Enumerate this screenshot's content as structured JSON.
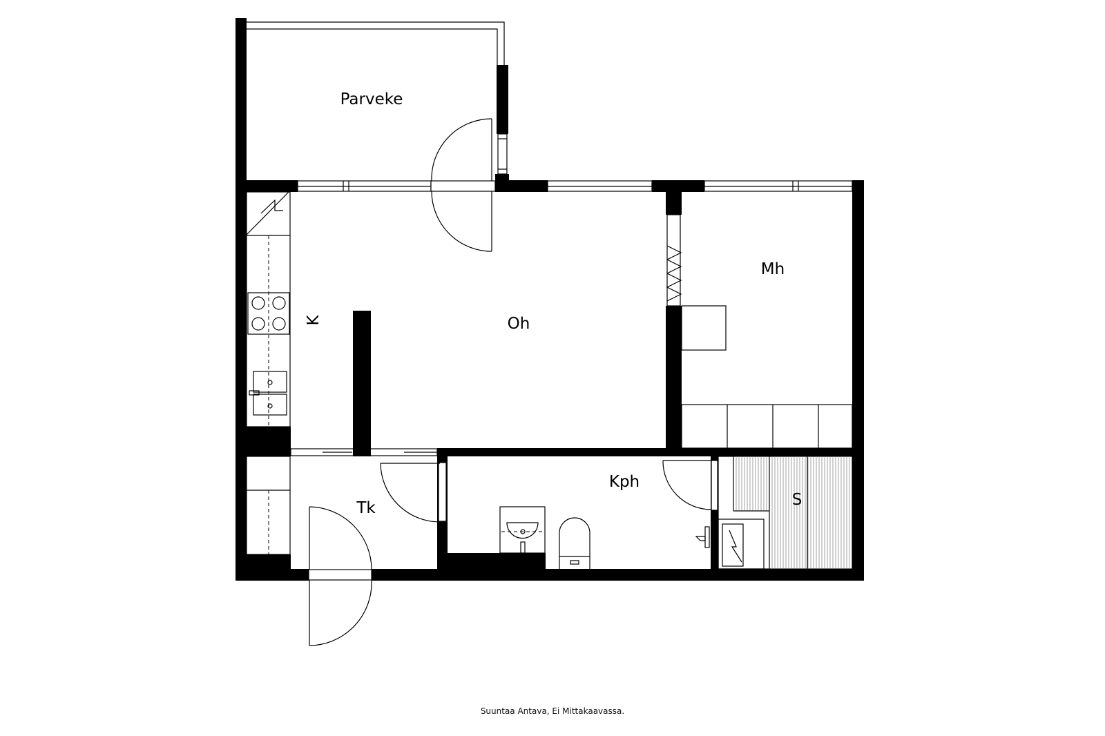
{
  "rooms": {
    "parveke": "Parveke",
    "oh": "Oh",
    "k": "K",
    "mh": "Mh",
    "tk": "Tk",
    "kph": "Kph",
    "s": "S"
  },
  "footer": {
    "note": "Suuntaa Antava, Ei Mittakaavassa."
  }
}
